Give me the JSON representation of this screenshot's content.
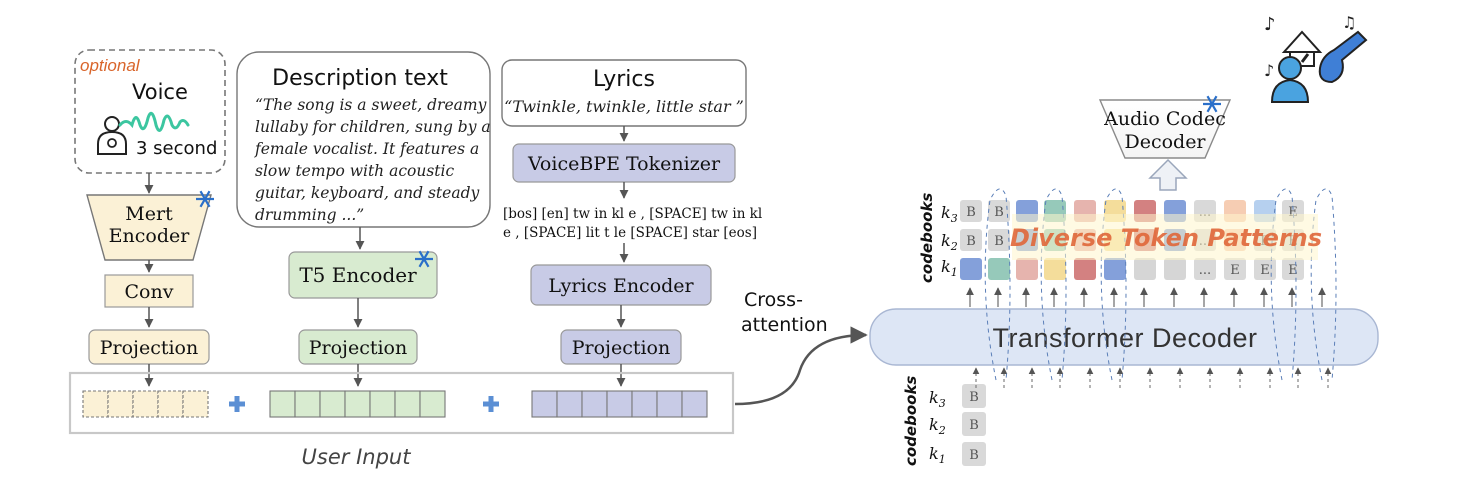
{
  "voice": {
    "optional_label": "optional",
    "title": "Voice",
    "duration": "3 second"
  },
  "mert": {
    "line1": "Mert",
    "line2": "Encoder"
  },
  "conv": {
    "label": "Conv"
  },
  "projection_label": "Projection",
  "description": {
    "title": "Description text",
    "lines": [
      "“The song is a sweet, dreamy",
      "lullaby for children, sung by a",
      "female vocalist. It features a",
      "slow tempo with acoustic",
      "guitar, keyboard, and steady",
      "drumming ...”"
    ]
  },
  "t5": {
    "label": "T5 Encoder"
  },
  "lyrics": {
    "title": "Lyrics",
    "quote": "“Twinkle, twinkle, little star ”"
  },
  "voicebpe": {
    "label": "VoiceBPE Tokenizer"
  },
  "tokens": {
    "line1": "[bos] [en] tw  in  kl  e , [SPACE] tw  in  kl",
    "line2": "e , [SPACE] lit  t  le [SPACE] star [eos]"
  },
  "lyrics_encoder": {
    "label": "Lyrics Encoder"
  },
  "user_input": {
    "label": "User Input"
  },
  "cross_attention": {
    "line1": "Cross-",
    "line2": "attention"
  },
  "decoder": {
    "label": "Transformer Decoder"
  },
  "codebooks_label": "codebooks",
  "k_labels": {
    "k3": "k",
    "k2": "k",
    "k1": "k",
    "s3": "3",
    "s2": "2",
    "s1": "1"
  },
  "token_letters": {
    "begin": "B",
    "end": "E",
    "ellipsis": "..."
  },
  "pattern_label": "Diverse Token Patterns",
  "codec": {
    "line1": "Audio Codec",
    "line2": "Decoder"
  },
  "icons": {
    "snowflake": "snowflake-icon",
    "singer": "singer-icon",
    "voice": "voice-person-icon",
    "waveform": "waveform-icon",
    "plus": "plus-icon"
  },
  "colors": {
    "voice_emb": "#fbf1d6",
    "desc_emb": "#d8ebd0",
    "lyrics_emb": "#c8cbe6",
    "decoder_fill": "#dde6f5",
    "snowflake": "#2a6fc9",
    "pattern_text": "#e0673a"
  }
}
